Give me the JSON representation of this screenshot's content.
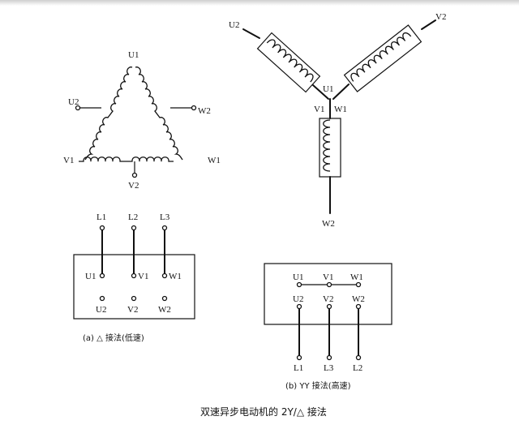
{
  "delta_winding": {
    "labels": [
      "U1",
      "U2",
      "W2",
      "V1",
      "W1",
      "V2"
    ]
  },
  "y_winding": {
    "labels": [
      "U2",
      "V2",
      "U1",
      "V1",
      "W1",
      "W2"
    ]
  },
  "delta_terminal_box": {
    "line_labels": [
      "L1",
      "L2",
      "L3"
    ],
    "top_row": [
      "U1",
      "V1",
      "W1"
    ],
    "bottom_row": [
      "U2",
      "V2",
      "W2"
    ],
    "caption": "(a) △ 接法(低速)"
  },
  "yy_terminal_box": {
    "top_row": [
      "U1",
      "V1",
      "W1"
    ],
    "mid_row": [
      "U2",
      "V2",
      "W2"
    ],
    "line_labels": [
      "L1",
      "L3",
      "L2"
    ],
    "caption": "(b) YY 接法(高速)"
  },
  "figure_title": "双速异步电动机的 2Y/△ 接法"
}
